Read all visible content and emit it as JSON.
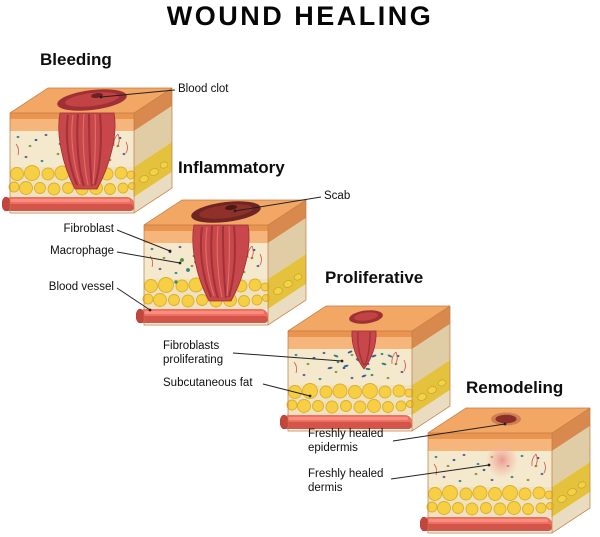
{
  "title": "WOUND HEALING",
  "stages": [
    {
      "name": "Bleeding",
      "callouts": [
        "Blood clot"
      ]
    },
    {
      "name": "Inflammatory",
      "callouts": [
        "Scab",
        "Fibroblast",
        "Macrophage",
        "Blood vessel"
      ]
    },
    {
      "name": "Proliferative",
      "callouts": [
        "Fibroblasts proliferating",
        "Subcutaneous fat"
      ]
    },
    {
      "name": "Remodeling",
      "callouts": [
        "Freshly healed epidermis",
        "Freshly healed dermis"
      ]
    }
  ],
  "palette": {
    "skin_top": "#f2a765",
    "epidermis": "#f6b57a",
    "dermis": "#f4e9cc",
    "fat": "#f7cf45",
    "blood_clot": "#c8474b",
    "scab": "#6f2523",
    "blood_vessel": "#ef6f60"
  }
}
